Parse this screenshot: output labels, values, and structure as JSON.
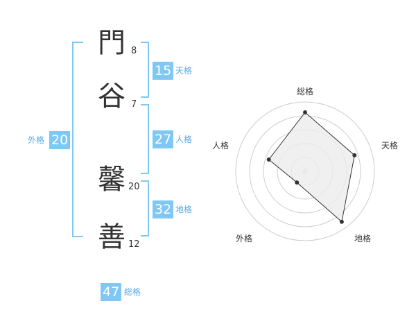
{
  "name": {
    "chars": [
      {
        "char": "門",
        "strokes": "8"
      },
      {
        "char": "谷",
        "strokes": "7"
      },
      {
        "char": "馨",
        "strokes": "20"
      },
      {
        "char": "善",
        "strokes": "12"
      }
    ]
  },
  "kaku": {
    "tenkaku": {
      "value": "15",
      "label": "天格"
    },
    "jinkaku": {
      "value": "27",
      "label": "人格"
    },
    "chikaku": {
      "value": "32",
      "label": "地格"
    },
    "gaikaku": {
      "value": "20",
      "label": "外格"
    },
    "soukaku": {
      "value": "47",
      "label": "総格"
    }
  },
  "radar": {
    "axes": [
      "総格",
      "天格",
      "地格",
      "外格",
      "人格"
    ],
    "values": [
      0.85,
      0.75,
      0.9,
      0.2,
      0.55
    ],
    "colors": {
      "grid": "#cccccc",
      "fill": "#ececec",
      "line": "#333333",
      "point": "#333333"
    }
  }
}
